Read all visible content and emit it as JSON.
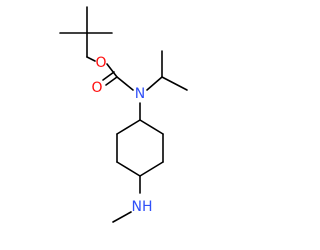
{
  "molecule": {
    "atoms": {
      "ester_oxygen": "O",
      "carbonyl_oxygen": "O",
      "carbamate_nitrogen": "N",
      "amine_nh": "NH"
    },
    "colors": {
      "bond": "#000000",
      "oxygen": "#ff0d0d",
      "nitrogen": "#3050f8"
    }
  }
}
